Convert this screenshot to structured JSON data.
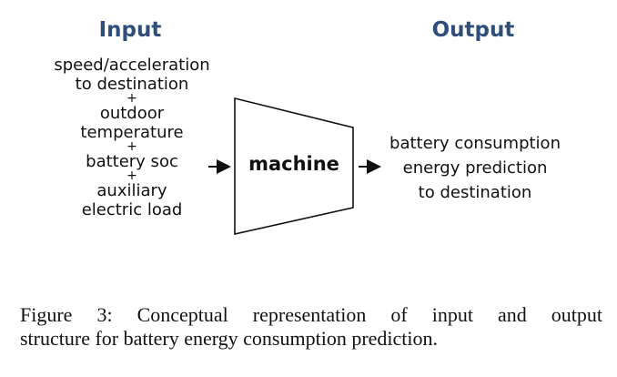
{
  "diagram": {
    "input_heading": "Input",
    "output_heading": "Output",
    "input_lines": [
      "speed/acceleration",
      "to destination",
      "+",
      "outdoor",
      "temperature",
      "+",
      "battery soc",
      "+",
      "auxiliary",
      "electric load"
    ],
    "machine_label": "machine",
    "output_lines": [
      "battery consumption",
      "energy prediction",
      "to destination"
    ],
    "heading_color": "#2f4f7a"
  },
  "caption": {
    "words_line1": [
      "Figure",
      "3:",
      "Conceptual",
      "representation",
      "of",
      "input",
      "and",
      "output"
    ],
    "line2": "structure for battery energy consumption prediction."
  }
}
